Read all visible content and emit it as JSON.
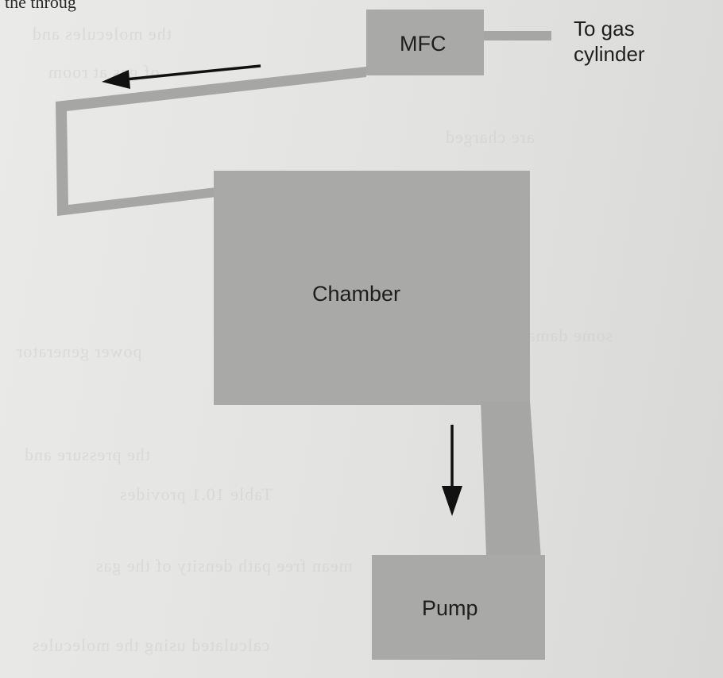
{
  "diagram": {
    "top_fragment": "the throug",
    "nodes": {
      "mfc": "MFC",
      "chamber": "Chamber",
      "pump": "Pump"
    },
    "gas_source": {
      "line1": "To gas",
      "line2": "cylinder"
    },
    "colors": {
      "component_fill": "#a9a9a7",
      "tube_fill": "#a6a6a4",
      "arrow": "#111111",
      "text": "#1e1e1e"
    }
  }
}
